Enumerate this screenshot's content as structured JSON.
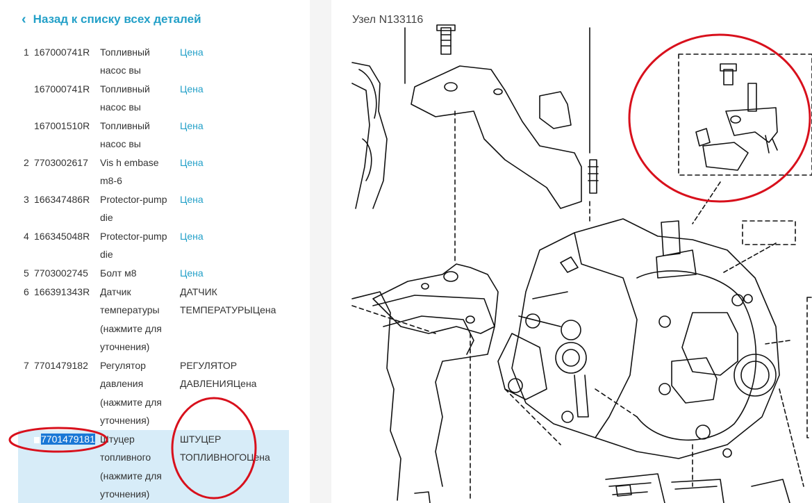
{
  "back_link": {
    "label": "Назад к списку всех деталей",
    "icon": "chevron-left-icon"
  },
  "node": {
    "title": "Узел N133116"
  },
  "parts": [
    {
      "num": "1",
      "code": "167000741R",
      "name": "Топливный насос вы",
      "price": "Цена"
    },
    {
      "num": "",
      "code": "167000741R",
      "name": "Топливный насос вы",
      "price": "Цена"
    },
    {
      "num": "",
      "code": "167001510R",
      "name": "Топливный насос вы",
      "price": "Цена"
    },
    {
      "num": "2",
      "code": "7703002617",
      "name": "Vis h embase m8-6",
      "price": "Цена"
    },
    {
      "num": "3",
      "code": "166347486R",
      "name": "Protector-pump die",
      "price": "Цена"
    },
    {
      "num": "4",
      "code": "166345048R",
      "name": "Protector-pump die",
      "price": "Цена"
    },
    {
      "num": "5",
      "code": "7703002745",
      "name": "Болт м8",
      "price": "Цена"
    },
    {
      "num": "6",
      "code": "166391343R",
      "name": "Датчик температуры (нажмите для уточнения)",
      "price": "ДАТЧИК ТЕМПЕРАТУРЫЦена"
    },
    {
      "num": "7",
      "code": "7701479182",
      "name": "Регулятор давления (нажмите для уточнения)",
      "price": "РЕГУЛЯТОР ДАВЛЕНИЯЦена"
    },
    {
      "num": "",
      "code": "7701479181",
      "name": "Штуцер топливного (нажмите для уточнения)",
      "price": "ШТУЦЕР ТОПЛИВНОГОЦена"
    }
  ],
  "colors": {
    "link": "#23a0c8",
    "selected_row": "#d7ecf8",
    "selection_highlight": "#1a78d6",
    "annotation": "#d8101c"
  }
}
